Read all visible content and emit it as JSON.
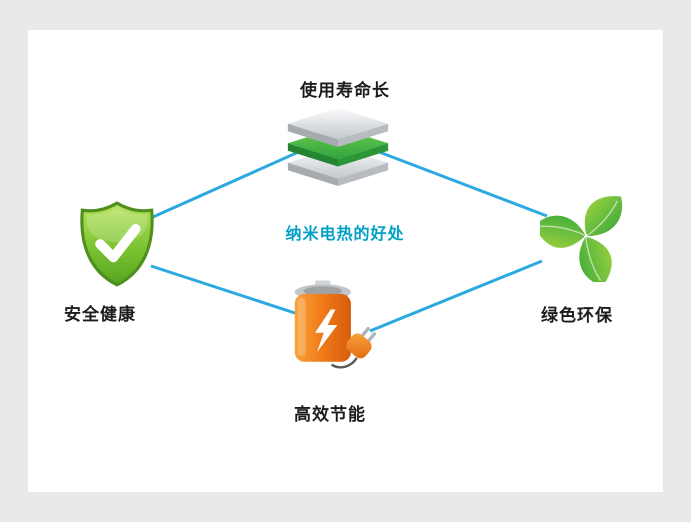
{
  "diagram": {
    "center_title": "纳米电热的好处",
    "nodes": {
      "top": {
        "label": "使用寿命长",
        "icon": "layers-icon"
      },
      "left": {
        "label": "安全健康",
        "icon": "shield-check-icon"
      },
      "right": {
        "label": "绿色环保",
        "icon": "recycle-leaves-icon"
      },
      "bottom": {
        "label": "高效节能",
        "icon": "battery-plug-icon"
      }
    },
    "colors": {
      "connector_blue": "#2da9e1",
      "title_cyan": "#00a0c6",
      "shield_green": "#6ab82e",
      "leaf_green": "#4cb748",
      "battery_orange": "#f07d1a",
      "panel_white": "#ffffff",
      "page_gray": "#e9e9e9"
    }
  }
}
